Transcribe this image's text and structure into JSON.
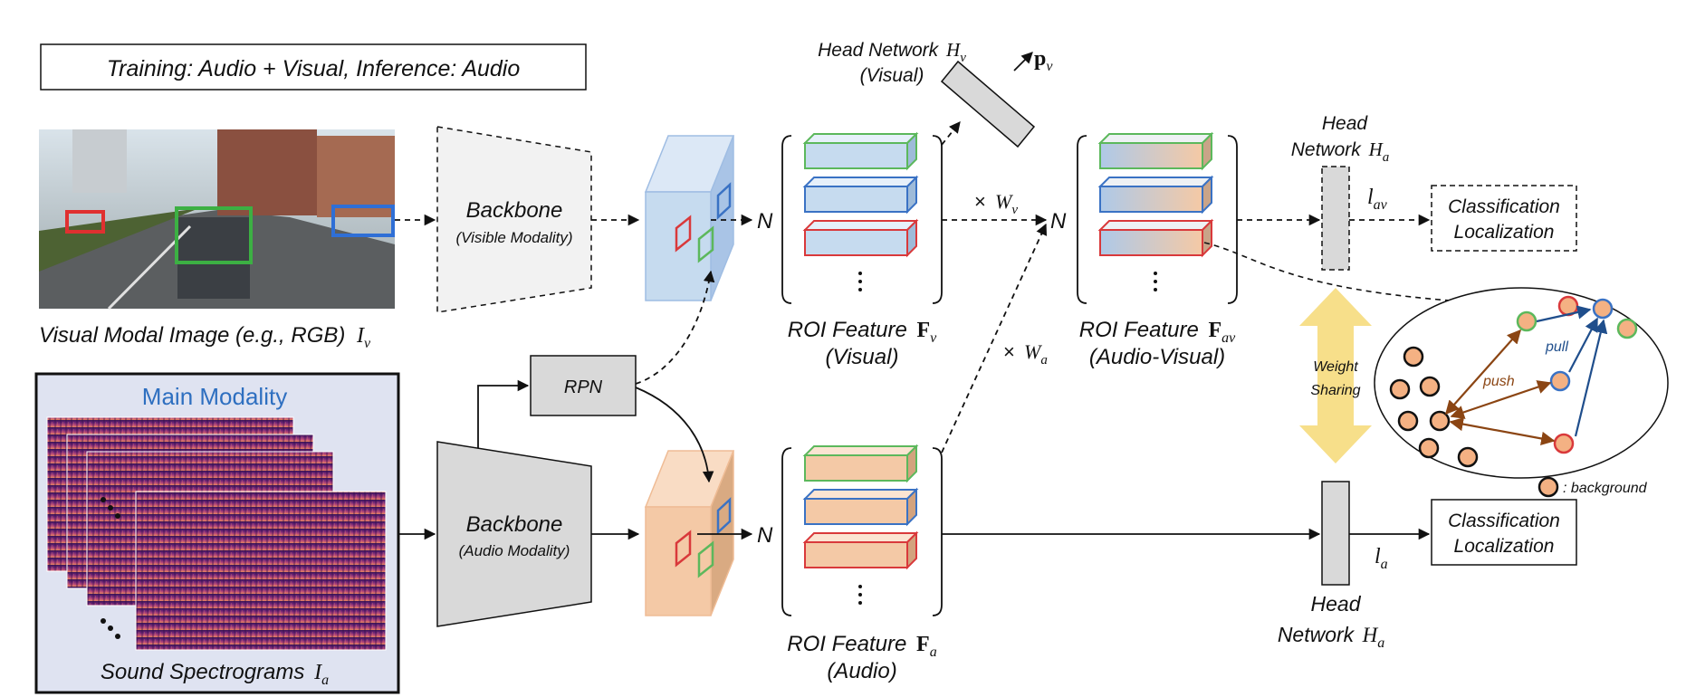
{
  "banner": "Training: Audio + Visual, Inference: Audio",
  "visual_image": {
    "caption": "Visual Modal Image (e.g., RGB)",
    "symbol": "I",
    "sub": "v"
  },
  "main_modality": {
    "title": "Main Modality",
    "caption": "Sound Spectrograms",
    "symbol": "I",
    "sub": "a"
  },
  "backbone_visible": {
    "title": "Backbone",
    "subtitle": "(Visible Modality)"
  },
  "backbone_audio": {
    "title": "Backbone",
    "subtitle": "(Audio Modality)"
  },
  "rpn": "RPN",
  "n_label": "N",
  "roi_visual": {
    "line1": "ROI Feature",
    "sym": "F",
    "sub": "v",
    "line2": "(Visual)"
  },
  "roi_audio": {
    "line1": "ROI Feature",
    "sym": "F",
    "sub": "a",
    "line2": "(Audio)"
  },
  "roi_av": {
    "line1": "ROI Feature",
    "sym": "F",
    "sub": "av",
    "line2": "(Audio-Visual)"
  },
  "weights": {
    "wv_prefix": "×",
    "wv": "W",
    "wv_sub": "v",
    "wa_prefix": "×",
    "wa": "W",
    "wa_sub": "a"
  },
  "head_visual": {
    "line1": "Head Network",
    "sym": "H",
    "sub": "v",
    "line2": "(Visual)",
    "output": "p",
    "output_sub": "v"
  },
  "head_top": {
    "line1": "Head",
    "line2": "Network",
    "sym": "H",
    "sub": "a",
    "loss": "l",
    "loss_sub": "av"
  },
  "head_bottom": {
    "line1": "Head",
    "line2": "Network",
    "sym": "H",
    "sub": "a",
    "loss": "l",
    "loss_sub": "a"
  },
  "weight_sharing": {
    "line1": "Weight",
    "line2": "Sharing"
  },
  "output_top": {
    "line1": "Classification",
    "line2": "Localization"
  },
  "output_bottom": {
    "line1": "Classification",
    "line2": "Localization"
  },
  "contrastive": {
    "pull": "pull",
    "push": "push",
    "legend": ": background"
  },
  "colors": {
    "green": "#5cb85c",
    "blue": "#3a72c4",
    "red": "#d9393b",
    "visual_feat": "#c6dbef",
    "audio_feat": "#f4c9a6",
    "main_title": "#2e6fc0",
    "push": "#8b4513",
    "pull": "#1f4e8c",
    "arrow_yellow": "#f7df8a"
  }
}
